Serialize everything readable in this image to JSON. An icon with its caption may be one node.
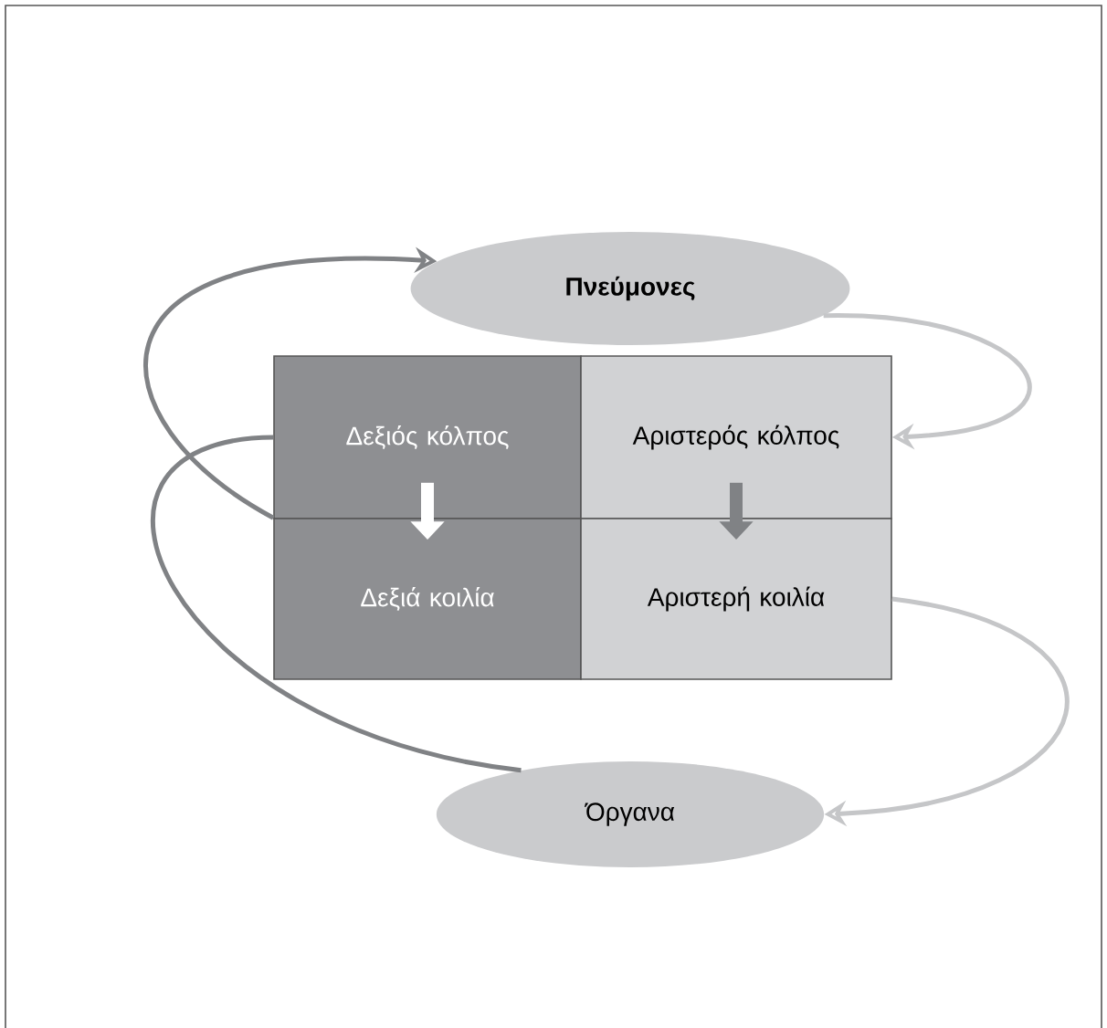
{
  "diagram": {
    "nodes": [
      {
        "text": [
          "Πνεύμονες"
        ]
      },
      {
        "text": [
          "Δεξιός κόλπος"
        ]
      },
      {
        "text": [
          "Αριστερός κόλπος"
        ]
      },
      {
        "text": [
          "Δεξιά κοιλία"
        ]
      },
      {
        "text": [
          "Αριστερή κοιλία"
        ]
      },
      {
        "text": [
          "Όργανα"
        ]
      }
    ],
    "edges": [
      {
        "from": 3,
        "to": 0,
        "arrow": "to"
      },
      {
        "from": 0,
        "to": 2,
        "arrow": "to",
        "color": "#c5c6c8"
      },
      {
        "from": 1,
        "to": 3,
        "arrow": "to",
        "style": "thick",
        "color": "#ffffff"
      },
      {
        "from": 2,
        "to": 4,
        "arrow": "to",
        "style": "thick"
      },
      {
        "from": 4,
        "to": 5,
        "arrow": "to",
        "color": "#c5c6c8"
      },
      {
        "from": 5,
        "to": 1,
        "arrow": "none"
      }
    ]
  }
}
